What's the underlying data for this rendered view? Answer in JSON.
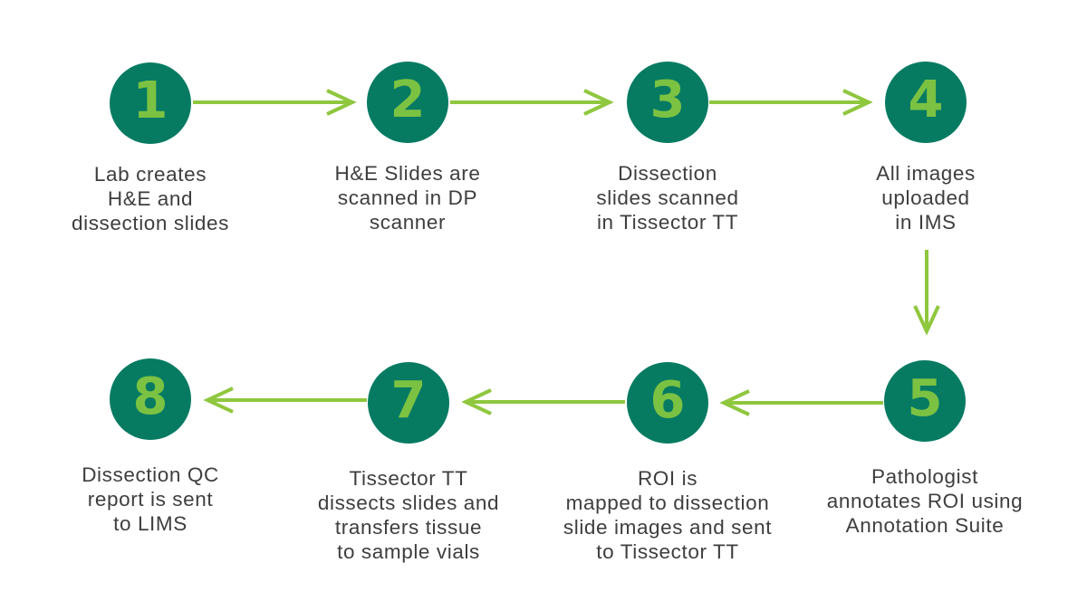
{
  "diagram": {
    "type": "process-flow",
    "direction": "steps 1-4 left to right on top row, down to 5, then 5-8 right to left on bottom row"
  },
  "colors": {
    "circle": "#067B62",
    "number": "#7CC242",
    "arrow": "#8FC73E",
    "text": "#3E3E3E",
    "background": "#FFFFFF"
  },
  "steps": [
    {
      "number": "1",
      "lines": [
        "Lab creates",
        "H&E and",
        "dissection slides"
      ]
    },
    {
      "number": "2",
      "lines": [
        "H&E Slides are",
        "scanned in DP",
        "scanner"
      ]
    },
    {
      "number": "3",
      "lines": [
        "Dissection",
        "slides scanned",
        "in Tissector TT"
      ]
    },
    {
      "number": "4",
      "lines": [
        "All images",
        "uploaded",
        "in IMS"
      ]
    },
    {
      "number": "5",
      "lines": [
        "Pathologist",
        "annotates ROI using",
        "Annotation Suite"
      ]
    },
    {
      "number": "6",
      "lines": [
        "ROI is",
        "mapped to dissection",
        "slide images and sent",
        "to Tissector TT"
      ]
    },
    {
      "number": "7",
      "lines": [
        "Tissector TT",
        "dissects slides and",
        "transfers tissue",
        "to sample vials"
      ]
    },
    {
      "number": "8",
      "lines": [
        "Dissection QC",
        "report is sent",
        "to LIMS"
      ]
    }
  ],
  "arrows": [
    {
      "from": "1",
      "to": "2",
      "direction": "right"
    },
    {
      "from": "2",
      "to": "3",
      "direction": "right"
    },
    {
      "from": "3",
      "to": "4",
      "direction": "right"
    },
    {
      "from": "4",
      "to": "5",
      "direction": "down"
    },
    {
      "from": "5",
      "to": "6",
      "direction": "left"
    },
    {
      "from": "6",
      "to": "7",
      "direction": "left"
    },
    {
      "from": "7",
      "to": "8",
      "direction": "left"
    }
  ]
}
